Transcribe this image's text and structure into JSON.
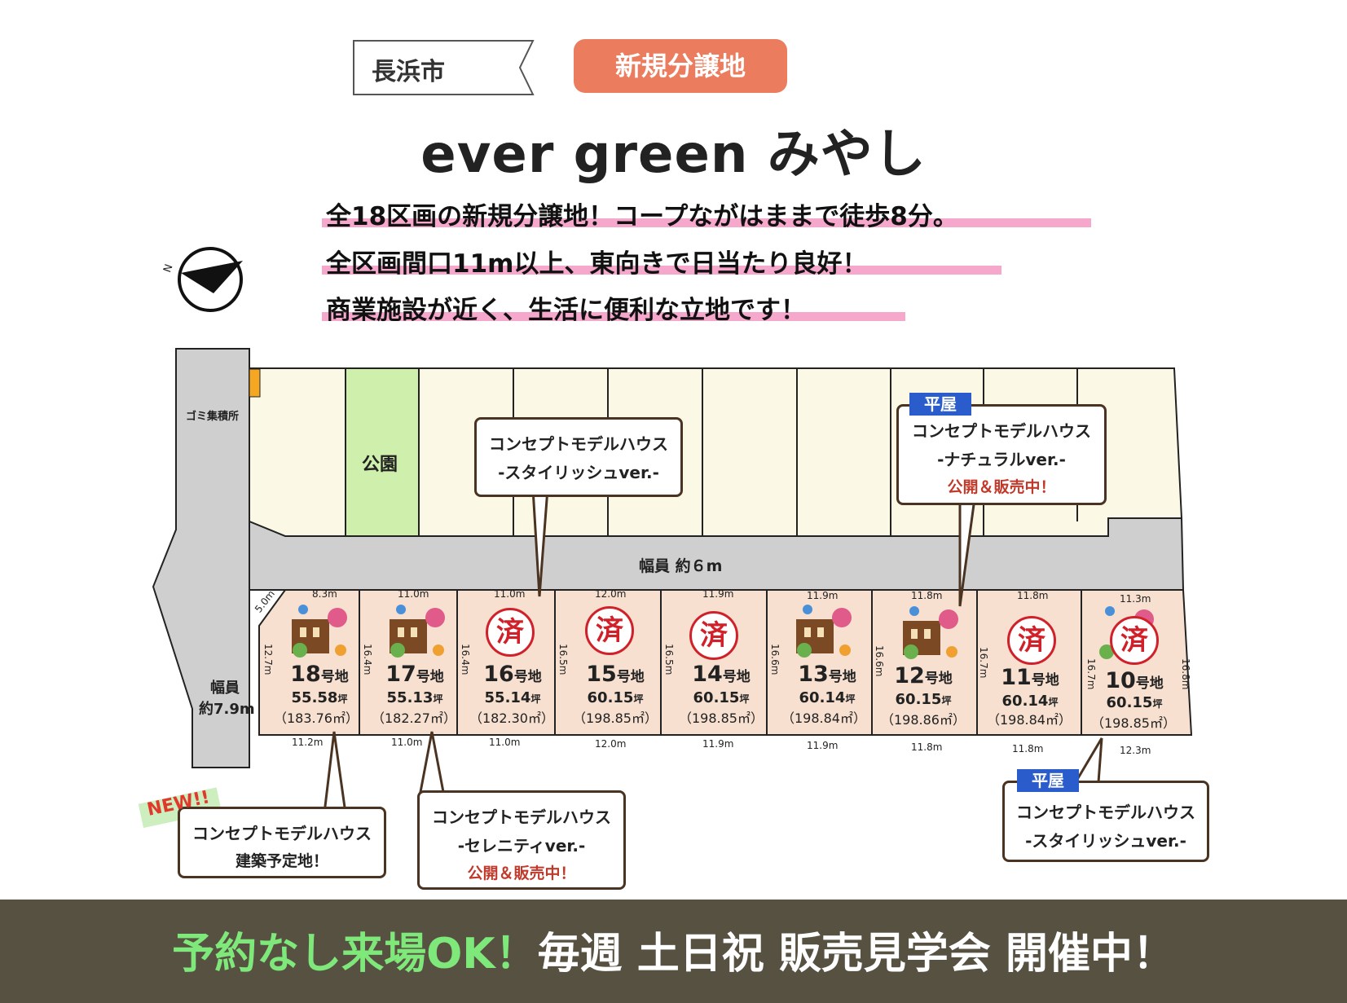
{
  "header": {
    "city": "長浜市",
    "badge": "新規分譲地",
    "title": "ever green みやし"
  },
  "taglines": [
    "全18区画の新規分譲地！コープながはままで徒歩8分。",
    "全区画間口11m以上、東向きで日当たり良好！",
    "商業施設が近く、生活に便利な立地です！"
  ],
  "map": {
    "compass_letter": "N",
    "garbage_label": "ゴミ集積所",
    "park_label": "公園",
    "road_main": "幅員 約６m",
    "road_side_line1": "幅員",
    "road_side_line2": "約7.9m",
    "corner_dim": "5.0m",
    "lots": [
      {
        "no": "18",
        "suffix": "号地",
        "tsubo": "55.58",
        "tsubo_unit": "坪",
        "sqm": "（183.76㎡）",
        "top": "8.3m",
        "bottom": "11.2m",
        "side": "12.7m",
        "status": "model"
      },
      {
        "no": "17",
        "suffix": "号地",
        "tsubo": "55.13",
        "tsubo_unit": "坪",
        "sqm": "（182.27㎡）",
        "top": "11.0m",
        "bottom": "11.0m",
        "side": "16.4m",
        "status": "model"
      },
      {
        "no": "16",
        "suffix": "号地",
        "tsubo": "55.14",
        "tsubo_unit": "坪",
        "sqm": "（182.30㎡）",
        "top": "11.0m",
        "bottom": "11.0m",
        "side": "16.4m",
        "status": "sold"
      },
      {
        "no": "15",
        "suffix": "号地",
        "tsubo": "60.15",
        "tsubo_unit": "坪",
        "sqm": "（198.85㎡）",
        "top": "12.0m",
        "bottom": "12.0m",
        "side": "16.5m",
        "status": "sold"
      },
      {
        "no": "14",
        "suffix": "号地",
        "tsubo": "60.15",
        "tsubo_unit": "坪",
        "sqm": "（198.85㎡）",
        "top": "11.9m",
        "bottom": "11.9m",
        "side": "16.5m",
        "status": "sold"
      },
      {
        "no": "13",
        "suffix": "号地",
        "tsubo": "60.14",
        "tsubo_unit": "坪",
        "sqm": "（198.84㎡）",
        "top": "11.9m",
        "bottom": "11.9m",
        "side": "16.6m",
        "status": "model"
      },
      {
        "no": "12",
        "suffix": "号地",
        "tsubo": "60.15",
        "tsubo_unit": "坪",
        "sqm": "（198.86㎡）",
        "top": "11.8m",
        "bottom": "11.8m",
        "side": "16.6m",
        "status": "model"
      },
      {
        "no": "11",
        "suffix": "号地",
        "tsubo": "60.14",
        "tsubo_unit": "坪",
        "sqm": "（198.84㎡）",
        "top": "11.8m",
        "bottom": "11.8m",
        "side": "16.7m",
        "status": "sold"
      },
      {
        "no": "10",
        "suffix": "号地",
        "tsubo": "60.15",
        "tsubo_unit": "坪",
        "sqm": "（198.85㎡）",
        "top": "11.3m",
        "bottom": "12.3m",
        "side": "16.7m",
        "status": "sold"
      }
    ],
    "lot10_right_dim": "16.8m",
    "sold_mark": "済"
  },
  "callouts": {
    "stylish_top": {
      "line1": "コンセプトモデルハウス",
      "line2": "-スタイリッシュver.-"
    },
    "natural": {
      "tag": "平屋",
      "line1": "コンセプトモデルハウス",
      "line2": "-ナチュラルver.-",
      "line3": "公開＆販売中！"
    },
    "planned": {
      "new": "NEW!!",
      "line1": "コンセプトモデルハウス",
      "line2": "建築予定地！"
    },
    "serenity": {
      "line1": "コンセプトモデルハウス",
      "line2": "-セレニティver.-",
      "line3": "公開＆販売中！"
    },
    "stylish_bottom": {
      "tag": "平屋",
      "line1": "コンセプトモデルハウス",
      "line2": "-スタイリッシュver.-"
    }
  },
  "footer": {
    "green_part": "予約なし来場OK！",
    "white_part": "毎週 土日祝 販売見学会 開催中！"
  },
  "colors": {
    "badge": "#ec7c5e",
    "highlight": "#f6a8cc",
    "road": "#cfcfcf",
    "lot": "#f7e0d0",
    "upper_lot": "#fbf9e6",
    "park": "#cff0ac",
    "sold_red": "#d0212a",
    "footer_bg": "#575142",
    "footer_green": "#7fe87a",
    "tag_blue": "#2b5ccc"
  }
}
